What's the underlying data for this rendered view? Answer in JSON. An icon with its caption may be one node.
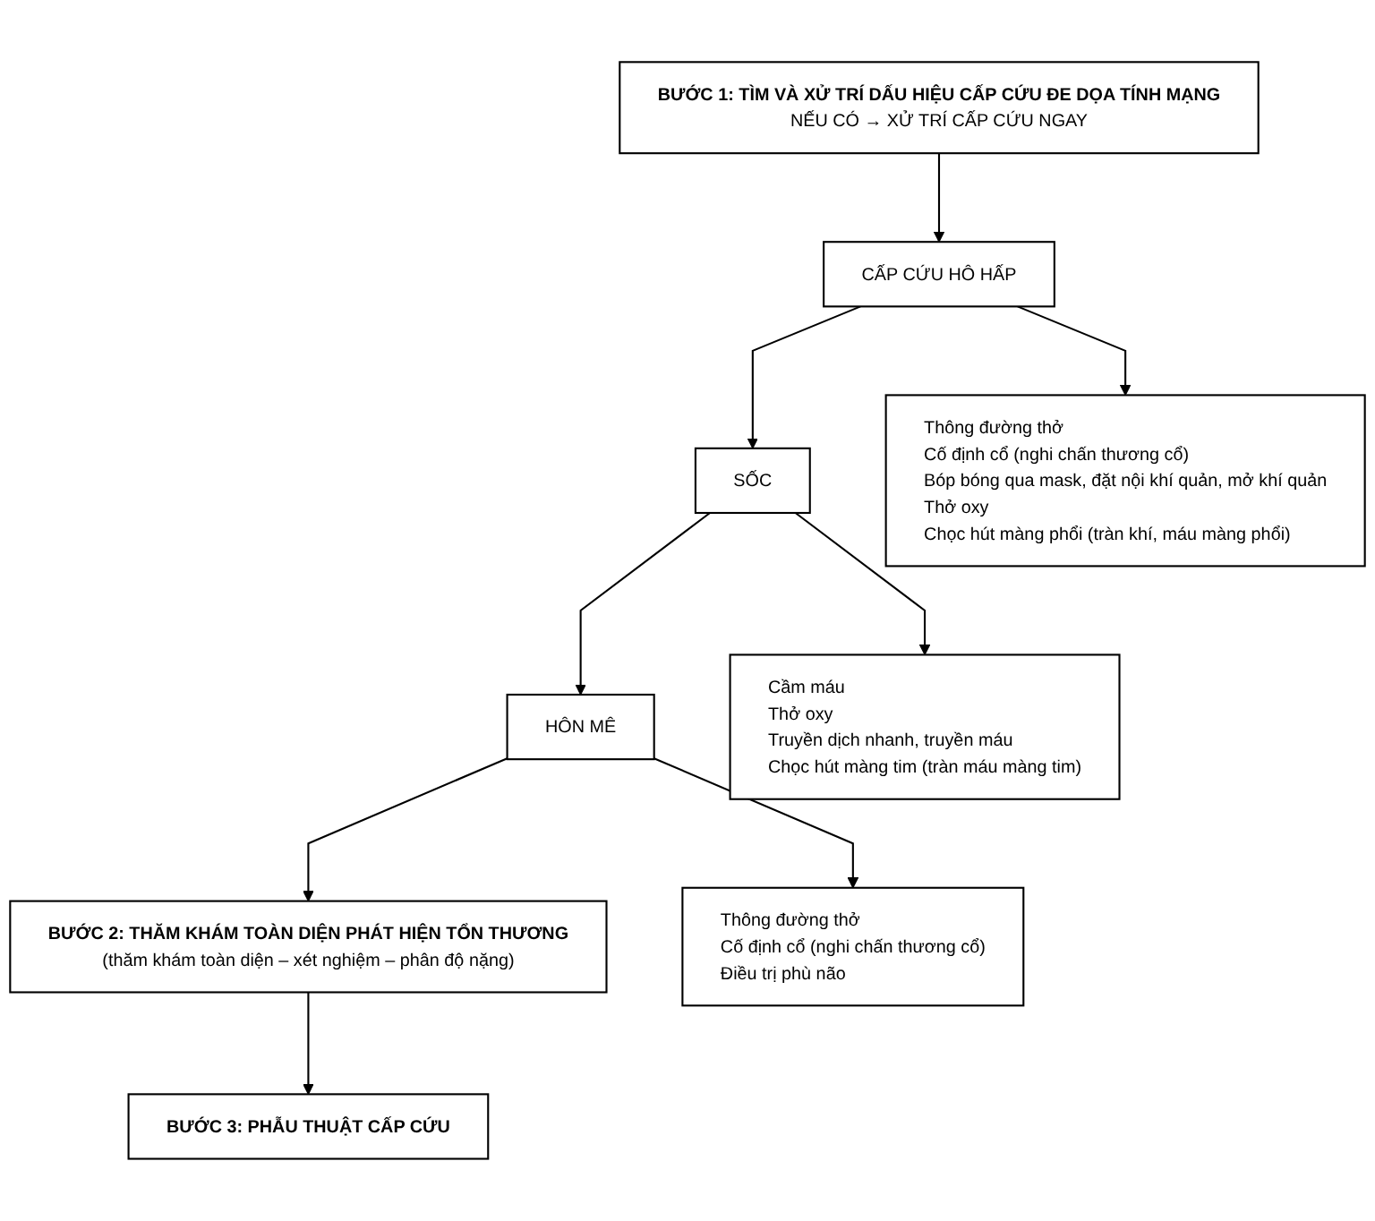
{
  "diagram": {
    "nodes": [
      {
        "text": [
          "BƯỚC 1: TÌM VÀ XỬ TRÍ DẤU HIỆU CẤP CỨU ĐE DỌA TÍNH MẠNG",
          "NẾU CÓ → XỬ TRÍ CẤP CỨU NGAY"
        ]
      },
      {
        "text": [
          "CẤP CỨU HÔ HẤP"
        ]
      },
      {
        "text": [
          "Thông đường thở",
          "Cố định cổ (nghi chấn thương cổ)",
          "Bóp bóng qua mask, đặt nội khí quản, mở khí quản",
          "Thở oxy",
          "Chọc hút màng phổi (tràn khí, máu màng phổi)"
        ]
      },
      {
        "text": [
          "SỐC"
        ]
      },
      {
        "text": [
          "Cầm máu",
          "Thở oxy",
          "Truyền dịch nhanh, truyền máu",
          "Chọc hút màng tim (tràn máu màng tim)"
        ]
      },
      {
        "text": [
          "HÔN MÊ"
        ]
      },
      {
        "text": [
          "Thông đường thở",
          "Cố định cổ (nghi chấn thương cổ)",
          "Điều trị phù não"
        ]
      },
      {
        "text": [
          "BƯỚC 2: THĂM KHÁM TOÀN DIỆN PHÁT HIỆN TỔN THƯƠNG",
          "(thăm khám toàn diện – xét nghiệm – phân độ nặng)"
        ]
      },
      {
        "text": [
          "BƯỚC 3: PHẪU THUẬT CẤP CỨU"
        ]
      }
    ],
    "edges": [
      {
        "from": 0,
        "to": 1,
        "arrow": "to"
      },
      {
        "from": 1,
        "to": 3,
        "arrow": "to"
      },
      {
        "from": 3,
        "to": 5,
        "arrow": "to"
      },
      {
        "from": 5,
        "to": 7,
        "arrow": "to"
      },
      {
        "from": 7,
        "to": 8,
        "arrow": "to"
      },
      {
        "from": 1,
        "to": 2,
        "arrow": "to"
      },
      {
        "from": 3,
        "to": 4,
        "arrow": "to"
      },
      {
        "from": 5,
        "to": 6,
        "arrow": "to"
      }
    ]
  }
}
